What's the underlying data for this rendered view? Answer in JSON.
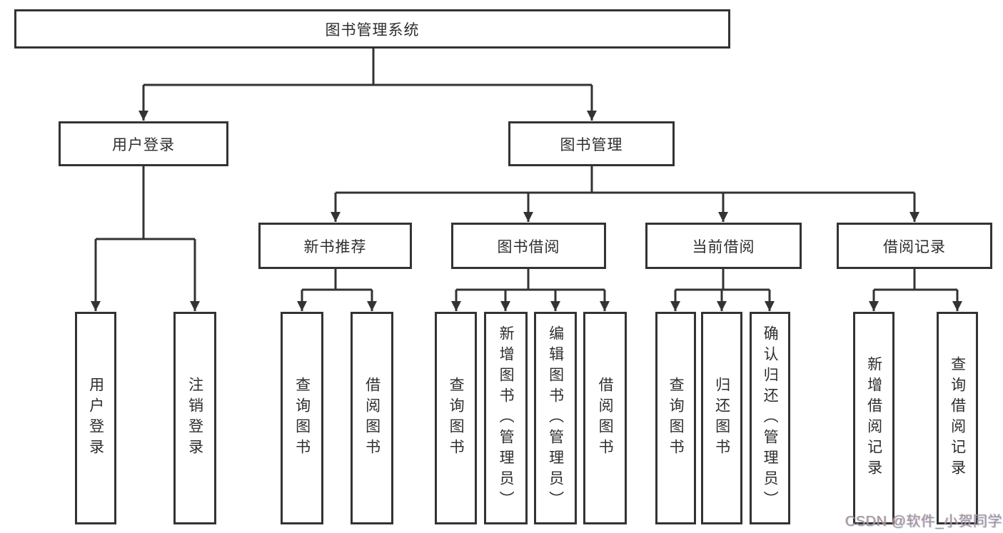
{
  "diagram": {
    "root": {
      "label": "图书管理系统"
    },
    "level2": [
      {
        "label": "用户登录",
        "children": [
          {
            "label": "用户登录"
          },
          {
            "label": "注销登录"
          }
        ]
      },
      {
        "label": "图书管理",
        "children": [
          {
            "label": "新书推荐",
            "children": [
              {
                "label": "查询图书"
              },
              {
                "label": "借阅图书"
              }
            ]
          },
          {
            "label": "图书借阅",
            "children": [
              {
                "label": "查询图书"
              },
              {
                "label": "新增图书（管理员）"
              },
              {
                "label": "编辑图书（管理员）"
              },
              {
                "label": "借阅图书"
              }
            ]
          },
          {
            "label": "当前借阅",
            "children": [
              {
                "label": "查询图书"
              },
              {
                "label": "归还图书"
              },
              {
                "label": "确认归还（管理员）"
              }
            ]
          },
          {
            "label": "借阅记录",
            "children": [
              {
                "label": "新增借阅记录"
              },
              {
                "label": "查询借阅记录"
              }
            ]
          }
        ]
      }
    ],
    "watermark": "CSDN @软件_小贺同学",
    "colors": {
      "line": "#333333",
      "text": "#2e2e2e",
      "background": "#ffffff",
      "watermark": "#9b9b9b"
    }
  }
}
